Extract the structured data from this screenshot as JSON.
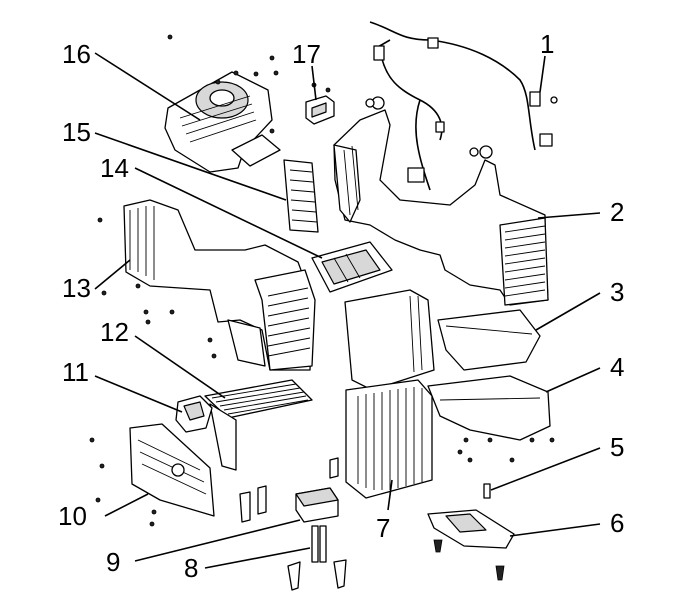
{
  "callouts": [
    "1",
    "2",
    "3",
    "4",
    "5",
    "6",
    "7",
    "8",
    "9",
    "10",
    "11",
    "12",
    "13",
    "14",
    "15",
    "16",
    "17"
  ],
  "colors": {
    "line": "#000000",
    "background": "#ffffff",
    "shade": "#d8d8d8"
  }
}
